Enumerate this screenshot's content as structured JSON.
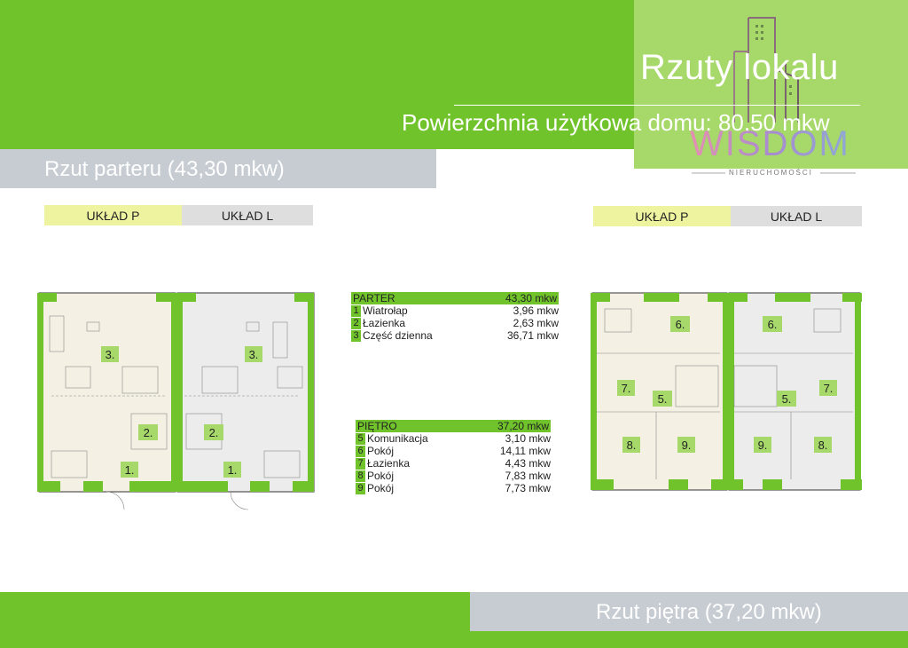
{
  "header": {
    "title": "Rzuty lokalu",
    "subtitle": "Powierzchnia użytkowa domu: 80,50 mkw"
  },
  "logo": {
    "word": "WISDOM",
    "sub": "NIERUCHOMOŚCI",
    "colors": [
      "#e58fb2",
      "#a98bd0",
      "#8fa8d6"
    ]
  },
  "ground": {
    "label": "Rzut parteru (43,30 mkw)",
    "tabs": {
      "p": "UKŁAD P",
      "l": "UKŁAD L"
    }
  },
  "floor": {
    "label": "Rzut piętra (37,20 mkw)",
    "tabs": {
      "p": "UKŁAD P",
      "l": "UKŁAD L"
    }
  },
  "parter_table": {
    "head_label": "PARTER",
    "head_value": "43,30 mkw",
    "rows": [
      {
        "num": "1",
        "name": "Wiatrołap",
        "area": "3,96 mkw"
      },
      {
        "num": "2",
        "name": "Łazienka",
        "area": "2,63 mkw"
      },
      {
        "num": "3",
        "name": "Część dzienna",
        "area": "36,71 mkw"
      }
    ]
  },
  "pietro_table": {
    "head_label": "PIĘTRO",
    "head_value": "37,20 mkw",
    "rows": [
      {
        "num": "5",
        "name": "Komunikacja",
        "area": "3,10 mkw"
      },
      {
        "num": "6",
        "name": "Pokój",
        "area": "14,11 mkw"
      },
      {
        "num": "7",
        "name": "Łazienka",
        "area": "4,43 mkw"
      },
      {
        "num": "8",
        "name": "Pokój",
        "area": "7,83 mkw"
      },
      {
        "num": "9",
        "name": "Pokój",
        "area": "7,73 mkw"
      }
    ]
  },
  "plan_labels": {
    "g3": "3.",
    "g2": "2.",
    "g1": "1.",
    "f6": "6.",
    "f5": "5.",
    "f7": "7.",
    "f8": "8.",
    "f9": "9."
  },
  "colors": {
    "green": "#70c32b",
    "light_green": "#a6d86a",
    "grey_band": "#c6ccd2",
    "tab_p": "#eef3a0",
    "tab_l": "#dedede"
  }
}
